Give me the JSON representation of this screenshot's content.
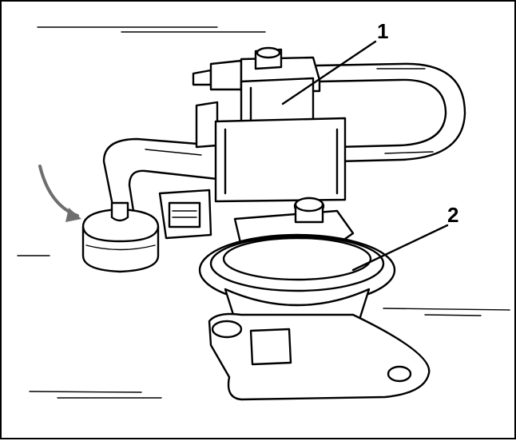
{
  "callouts": [
    {
      "id": "1",
      "text": "1"
    },
    {
      "id": "2",
      "text": "2"
    }
  ],
  "arrow_color": "#6e6e6e",
  "line_color": "#000000"
}
